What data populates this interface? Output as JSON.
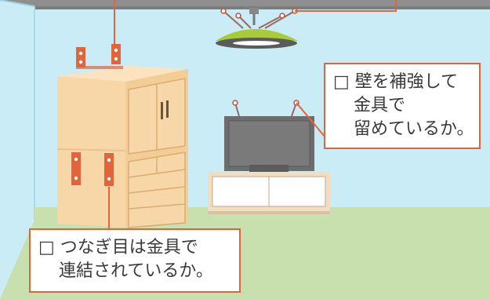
{
  "callouts": {
    "wall": {
      "line1": "□ 壁を補強して",
      "line2": "金具で",
      "line3": "留めているか。"
    },
    "joint": {
      "line1": "□ つなぎ目は金具で",
      "line2": "連結されているか。"
    }
  },
  "icons": [
    "ceiling-light-icon",
    "cabinet-icon",
    "tv-icon",
    "tv-stand-icon",
    "metal-bracket-icon"
  ],
  "colors": {
    "wall": "#c9ecf6",
    "floor": "#c7e0ae",
    "ceiling": "#8c8c8c",
    "accent_line": "#e2643a",
    "cabinet": "#f7d7a8",
    "bracket": "#e2643a",
    "light": "#a7cc37"
  }
}
